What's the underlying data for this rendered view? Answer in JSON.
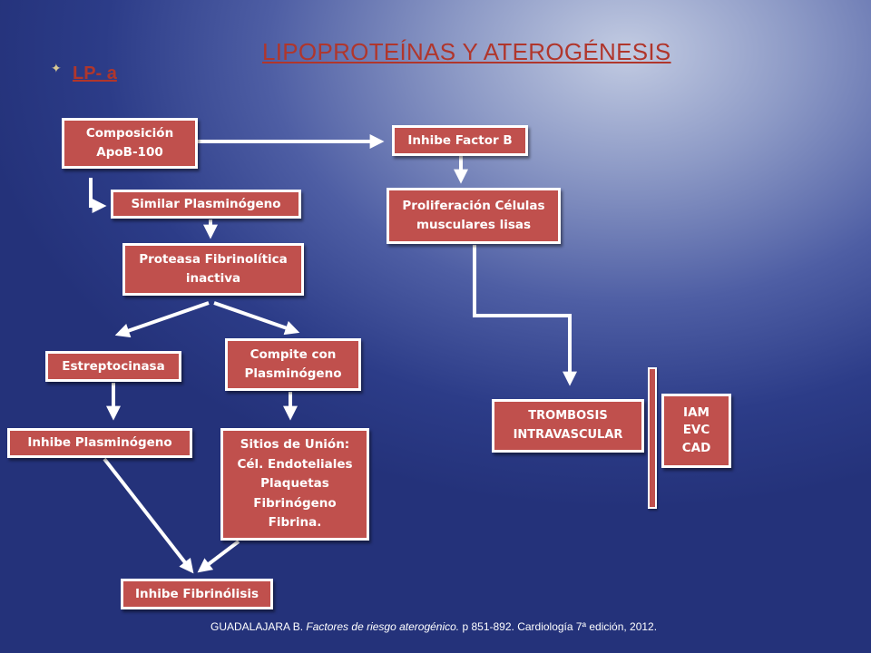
{
  "slide": {
    "title": "LIPOPROTEÍNAS Y ATEROGÉNESIS",
    "bullet_icon": "diamond-bullet-icon",
    "subtitle": "LP- a"
  },
  "diagram": {
    "nodes": {
      "composicion": "Composición\nApoB-100",
      "similar_plasminogeno": "Similar Plasminógeno",
      "proteasa": "Proteasa Fibrinolítica\ninactiva",
      "estreptocinasa": "Estreptocinasa",
      "compite": "Compite con\nPlasminógeno",
      "inhibe_plasminogeno": "Inhibe Plasminógeno",
      "sitios_union": "Sitios de Unión:\nCél. Endoteliales\nPlaquetas\nFibrinógeno\nFibrina.",
      "inhibe_fibrinolisis": "Inhibe Fibrinólisis",
      "inhibe_factor_b": "Inhibe Factor B",
      "proliferacion": "Proliferación Células\nmusculares lisas",
      "trombosis": "TROMBOSIS\nINTRAVASCULAR",
      "outcomes": "IAM\nEVC\nCAD"
    },
    "colors": {
      "box_fill": "#c0504d",
      "box_border": "#ffffff",
      "title": "#b0362c"
    }
  },
  "citation": {
    "author": "GUADALAJARA B. ",
    "work": "Factores de riesgo aterogénico.",
    "details": "  p 851-892. Cardiología 7ª edición, 2012."
  }
}
